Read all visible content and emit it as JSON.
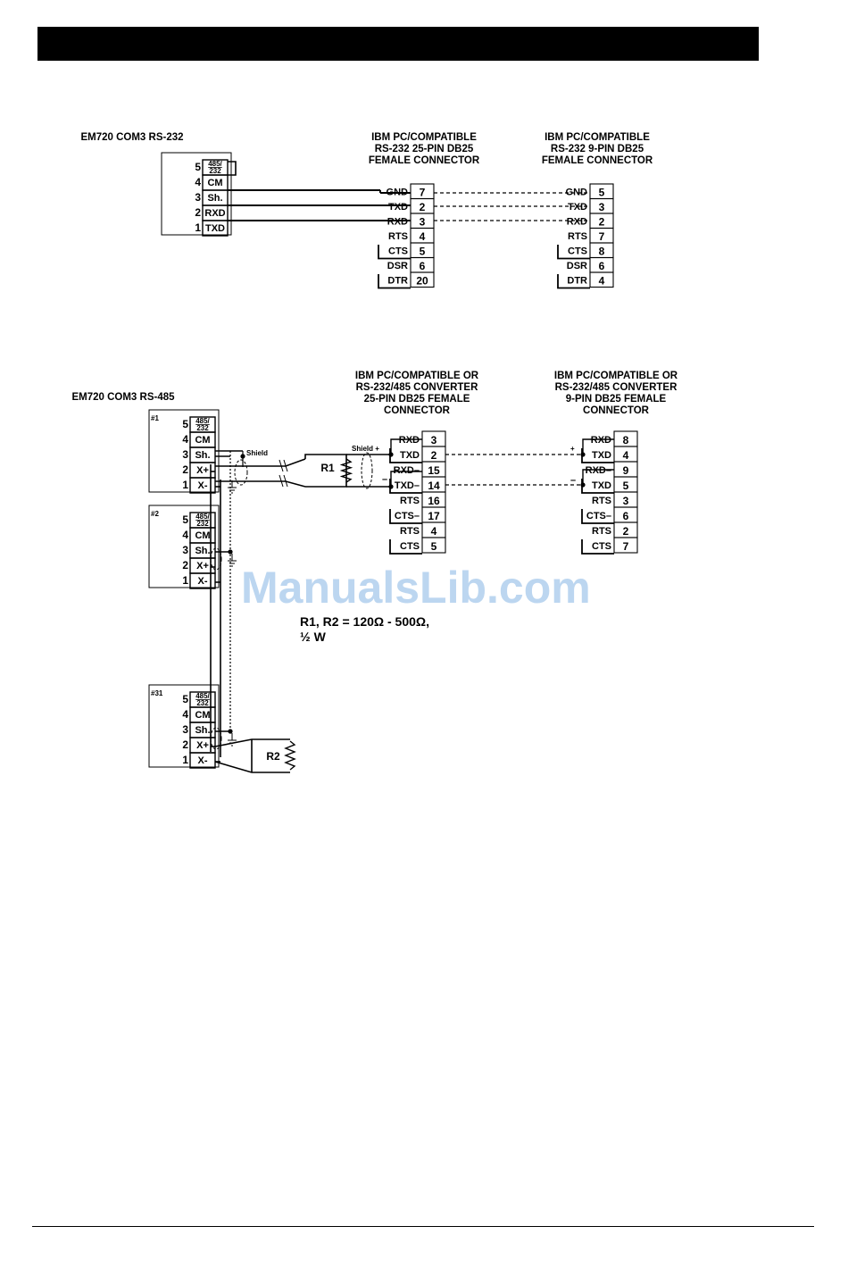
{
  "watermark": "ManualsLib.com",
  "rs232": {
    "em_title": "EM720 COM3 RS-232",
    "em_terminals": [
      {
        "num": "5",
        "label": "485/\n232"
      },
      {
        "num": "4",
        "label": "CM"
      },
      {
        "num": "3",
        "label": "Sh."
      },
      {
        "num": "2",
        "label": "RXD"
      },
      {
        "num": "1",
        "label": "TXD"
      }
    ],
    "db25_title": [
      "IBM PC/COMPATIBLE",
      "RS-232 25-PIN DB25",
      "FEMALE CONNECTOR"
    ],
    "db25_pins": [
      {
        "sig": "GND",
        "num": "7"
      },
      {
        "sig": "TXD",
        "num": "2"
      },
      {
        "sig": "RXD",
        "num": "3"
      },
      {
        "sig": "RTS",
        "num": "4"
      },
      {
        "sig": "CTS",
        "num": "5"
      },
      {
        "sig": "DSR",
        "num": "6"
      },
      {
        "sig": "DTR",
        "num": "20"
      }
    ],
    "db9_title": [
      "IBM PC/COMPATIBLE",
      "RS-232 9-PIN DB25",
      "FEMALE CONNECTOR"
    ],
    "db9_pins": [
      {
        "sig": "GND",
        "num": "5"
      },
      {
        "sig": "TXD",
        "num": "3"
      },
      {
        "sig": "RXD",
        "num": "2"
      },
      {
        "sig": "RTS",
        "num": "7"
      },
      {
        "sig": "CTS",
        "num": "8"
      },
      {
        "sig": "DSR",
        "num": "6"
      },
      {
        "sig": "DTR",
        "num": "4"
      }
    ]
  },
  "rs485": {
    "em_title": "EM720 COM3 RS-485",
    "device_labels": [
      "#1",
      "#2",
      "#31"
    ],
    "em_terminals": [
      {
        "num": "5",
        "label": "485/\n232"
      },
      {
        "num": "4",
        "label": "CM"
      },
      {
        "num": "3",
        "label": "Sh."
      },
      {
        "num": "2",
        "label": "X+"
      },
      {
        "num": "1",
        "label": "X-"
      }
    ],
    "shield_label": "Shield",
    "shield_plus_label": "Shield +",
    "plus_sign": "+",
    "minus_sign": "–",
    "r1_label": "R1",
    "r2_label": "R2",
    "db25_title": [
      "IBM PC/COMPATIBLE OR",
      "RS-232/485 CONVERTER",
      "25-PIN DB25 FEMALE",
      "CONNECTOR"
    ],
    "db25_pins": [
      {
        "sig": "RXD",
        "num": "3"
      },
      {
        "sig": "TXD",
        "num": "2"
      },
      {
        "sig": "RXD–",
        "num": "15"
      },
      {
        "sig": "TXD–",
        "num": "14"
      },
      {
        "sig": "RTS",
        "num": "16"
      },
      {
        "sig": "CTS–",
        "num": "17"
      },
      {
        "sig": "RTS",
        "num": "4"
      },
      {
        "sig": "CTS",
        "num": "5"
      }
    ],
    "db9_title": [
      "IBM PC/COMPATIBLE OR",
      "RS-232/485 CONVERTER",
      "9-PIN DB25 FEMALE",
      "CONNECTOR"
    ],
    "db9_pins": [
      {
        "sig": "RXD",
        "num": "8"
      },
      {
        "sig": "TXD",
        "num": "4"
      },
      {
        "sig": "RXD–",
        "num": "9"
      },
      {
        "sig": "TXD",
        "num": "5"
      },
      {
        "sig": "RTS",
        "num": "3"
      },
      {
        "sig": "CTS–",
        "num": "6"
      },
      {
        "sig": "RTS",
        "num": "2"
      },
      {
        "sig": "CTS",
        "num": "7"
      }
    ],
    "resistor_note": [
      "R1, R2 = 120Ω - 500Ω,",
      "½ W"
    ]
  }
}
